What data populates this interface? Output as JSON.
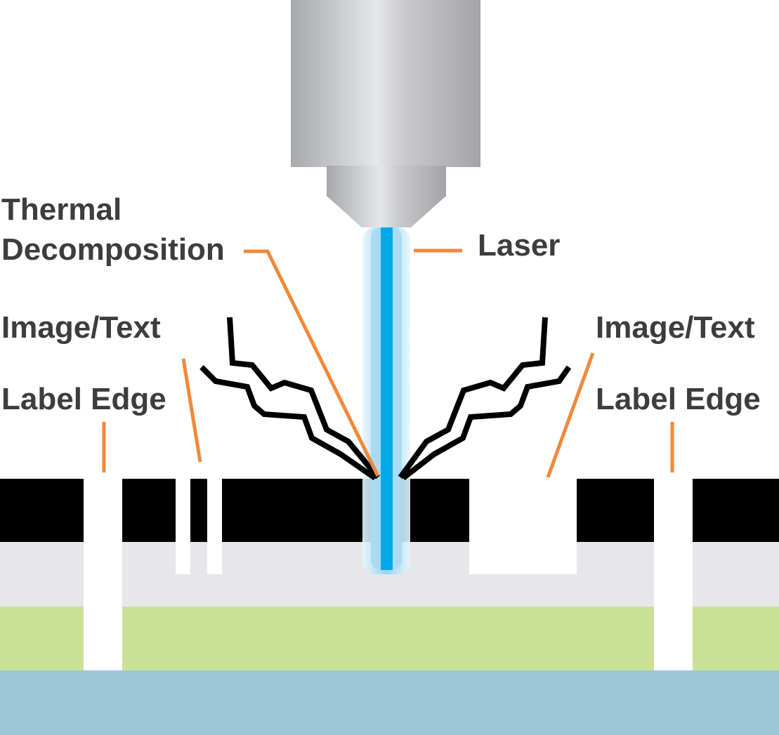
{
  "labels": {
    "thermal_line1": "Thermal",
    "thermal_line2": "Decomposition",
    "laser": "Laser",
    "image_text_left": "Image/Text",
    "label_edge_left": "Label Edge",
    "image_text_right": "Image/Text",
    "label_edge_right": "Label Edge"
  },
  "colors": {
    "label_text": "#3d3d3f",
    "leader_line": "#f0883a",
    "ink_layer": "#000000",
    "facestock_layer": "#e7e7e9",
    "adhesive_layer": "#c9e096",
    "liner_layer": "#9cc7d6",
    "laser_beam_core": "#00a9e8",
    "laser_beam_glow": "#a9dcf2",
    "laser_head": "#b3b4b7"
  }
}
